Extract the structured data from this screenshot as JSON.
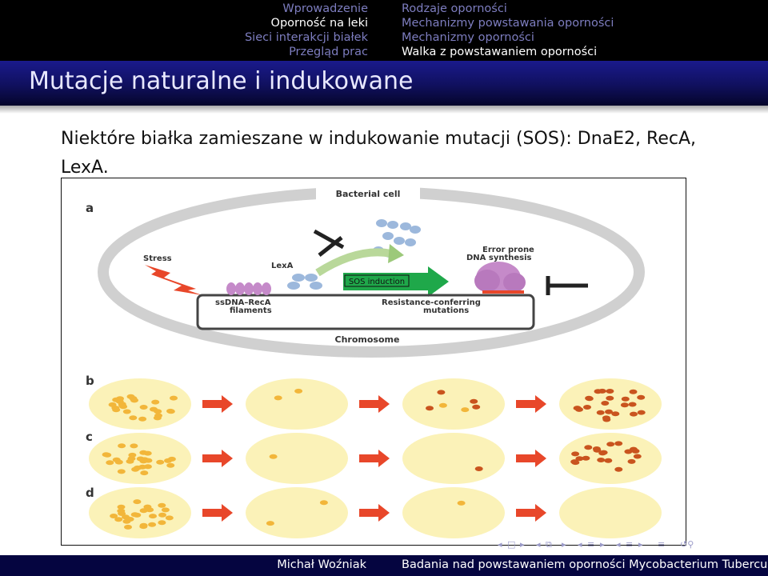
{
  "nav": {
    "sections": [
      {
        "label": "Wprowadzenie",
        "active": false
      },
      {
        "label": "Oporność na leki",
        "active": true
      },
      {
        "label": "Sieci interakcji białek",
        "active": false
      },
      {
        "label": "Przegląd prac",
        "active": false
      }
    ],
    "subsections": [
      {
        "label": "Rodzaje oporności",
        "active": false
      },
      {
        "label": "Mechanizmy powstawania oporności",
        "active": false
      },
      {
        "label": "Mechanizmy oporności",
        "active": false
      },
      {
        "label": "Walka z powstawaniem oporności",
        "active": true
      }
    ]
  },
  "frame_title": "Mutacje naturalne i indukowane",
  "body_text": "Niektóre białka zamieszane w indukowanie mutacji (SOS): DnaE2, RecA, LexA.",
  "figure": {
    "panel_labels": [
      "a",
      "b",
      "c",
      "d"
    ],
    "cell_label": "Bacterial cell",
    "stress_label": "Stress",
    "lexa_label": "LexA",
    "ssdna_label_1": "ssDNA–RecA",
    "ssdna_label_2": "filaments",
    "sos_label": "SOS induction",
    "error_label_1": "Error prone",
    "error_label_2": "DNA synthesis",
    "resistance_label_1": "Resistance-conferring",
    "resistance_label_2": "mutations",
    "chromosome_label": "Chromosome",
    "colors": {
      "arrow_red": "#e8472a",
      "plate": "#fbf2b8",
      "colony_yellow": "#f2b63a",
      "colony_orange": "#c9541e",
      "sos_green": "#1fa84a",
      "recA_purple": "#c58ac9",
      "lexA_blue": "#9cb8dc"
    }
  },
  "footer": {
    "author": "Michał Woźniak",
    "title": "Badania nad powstawaniem oporności Mycobacterium Tuberculosis"
  }
}
